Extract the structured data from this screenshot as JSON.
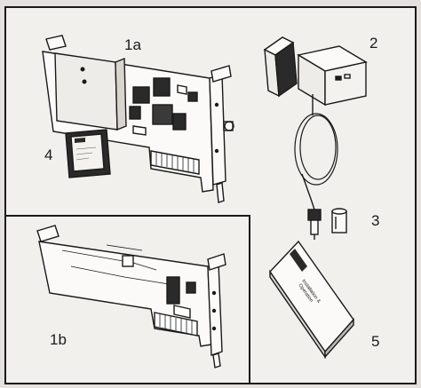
{
  "figure": {
    "callouts": {
      "item_1a": "1a",
      "item_1b": "1b",
      "item_2": "2",
      "item_3": "3",
      "item_4": "4",
      "item_5": "5"
    },
    "manual_cover_text": [
      "Installation &",
      "Operation"
    ],
    "colors": {
      "paper": "#e4e1de",
      "ink": "#1a1a1a",
      "panel": "#f2f0ed"
    }
  }
}
